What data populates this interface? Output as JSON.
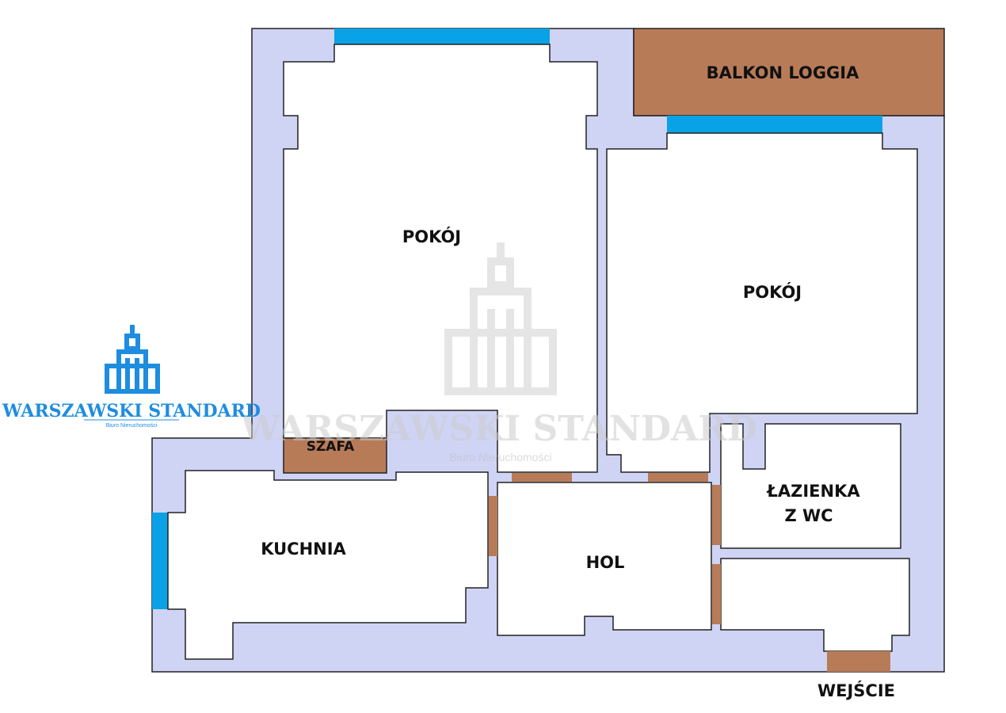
{
  "colors": {
    "wall": "#cfd4f5",
    "wall_stroke": "#222222",
    "room": "#ffffff",
    "balcony": "#b87b58",
    "window": "#0aa2e6",
    "door": "#b87b58",
    "logo_blue": "#1e8de0",
    "watermark": "#d9d9d9"
  },
  "rooms": {
    "pokoj_left": "POKÓJ",
    "pokoj_right": "POKÓJ",
    "balkon": "BALKON LOGGIA",
    "szafa": "SZAFA",
    "kuchnia": "KUCHNIA",
    "hol": "HOL",
    "lazienka_line1": "ŁAZIENKA",
    "lazienka_line2": "Z WC",
    "wejscie": "WEJŚCIE"
  },
  "logo": {
    "name": "WARSZAWSKI STANDARD",
    "tagline": "Biuro Nieruchomości",
    "icon": "palace-of-culture-icon"
  },
  "watermark": {
    "name": "WARSZAWSKI STANDARD",
    "tagline": "Biuro Nieruchomości",
    "icon": "palace-of-culture-icon"
  }
}
